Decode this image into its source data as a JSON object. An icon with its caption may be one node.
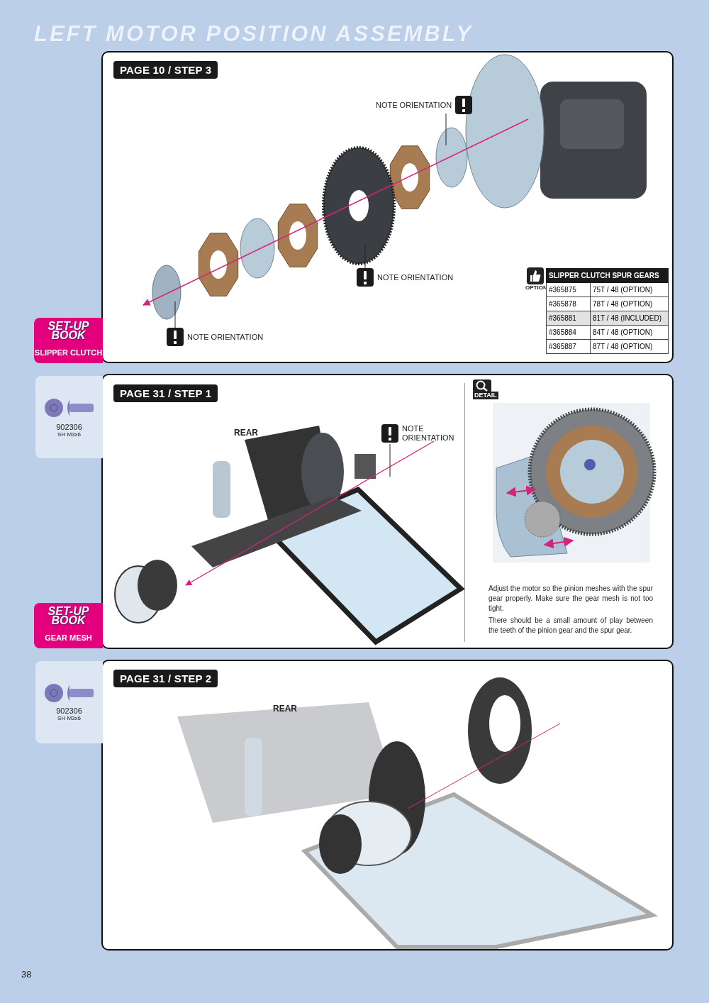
{
  "diagram": {
    "title": "LEFT MOTOR POSITION ASSEMBLY",
    "nodes": [
      {
        "text": [
          "NOTE ORIENTATION"
        ]
      },
      {
        "text": [
          "NOTE ORIENTATION"
        ]
      },
      {
        "text": [
          "NOTE ORIENTATION"
        ]
      },
      {
        "text": [
          "NOTE ORIENTATION"
        ]
      }
    ],
    "edges": [
      {
        "from": 0,
        "to": null,
        "arrow": "none"
      },
      {
        "from": 1,
        "to": null,
        "arrow": "none"
      },
      {
        "from": 2,
        "to": null,
        "arrow": "none"
      },
      {
        "from": 3,
        "to": null,
        "arrow": "none"
      }
    ],
    "labels": [
      "PAGE 10 / STEP 3",
      "SET-UP BOOK",
      "SLIPPER CLUTCH",
      "OPTION",
      "SLIPPER CLUTCH SPUR GEARS",
      "#365875",
      "75T / 48 (OPTION)",
      "#365878",
      "78T / 48 (OPTION)",
      "#365881",
      "81T / 48 (INCLUDED)",
      "#365884",
      "84T / 48 (OPTION)",
      "#365887",
      "87T / 48 (OPTION)",
      "902306",
      "SH M3x6",
      "PAGE 31 / STEP 1",
      "DETAIL",
      "REAR",
      "SET-UP BOOK",
      "GEAR MESH",
      "Adjust the motor so the pinion meshes with the spur gear properly. Make sure the gear mesh is not too tight.",
      "There should be a small amount of play between the teeth of the pinion gear and the spur gear.",
      "902306",
      "SH M3x6",
      "PAGE 31 / STEP 2",
      "REAR",
      "38"
    ]
  }
}
